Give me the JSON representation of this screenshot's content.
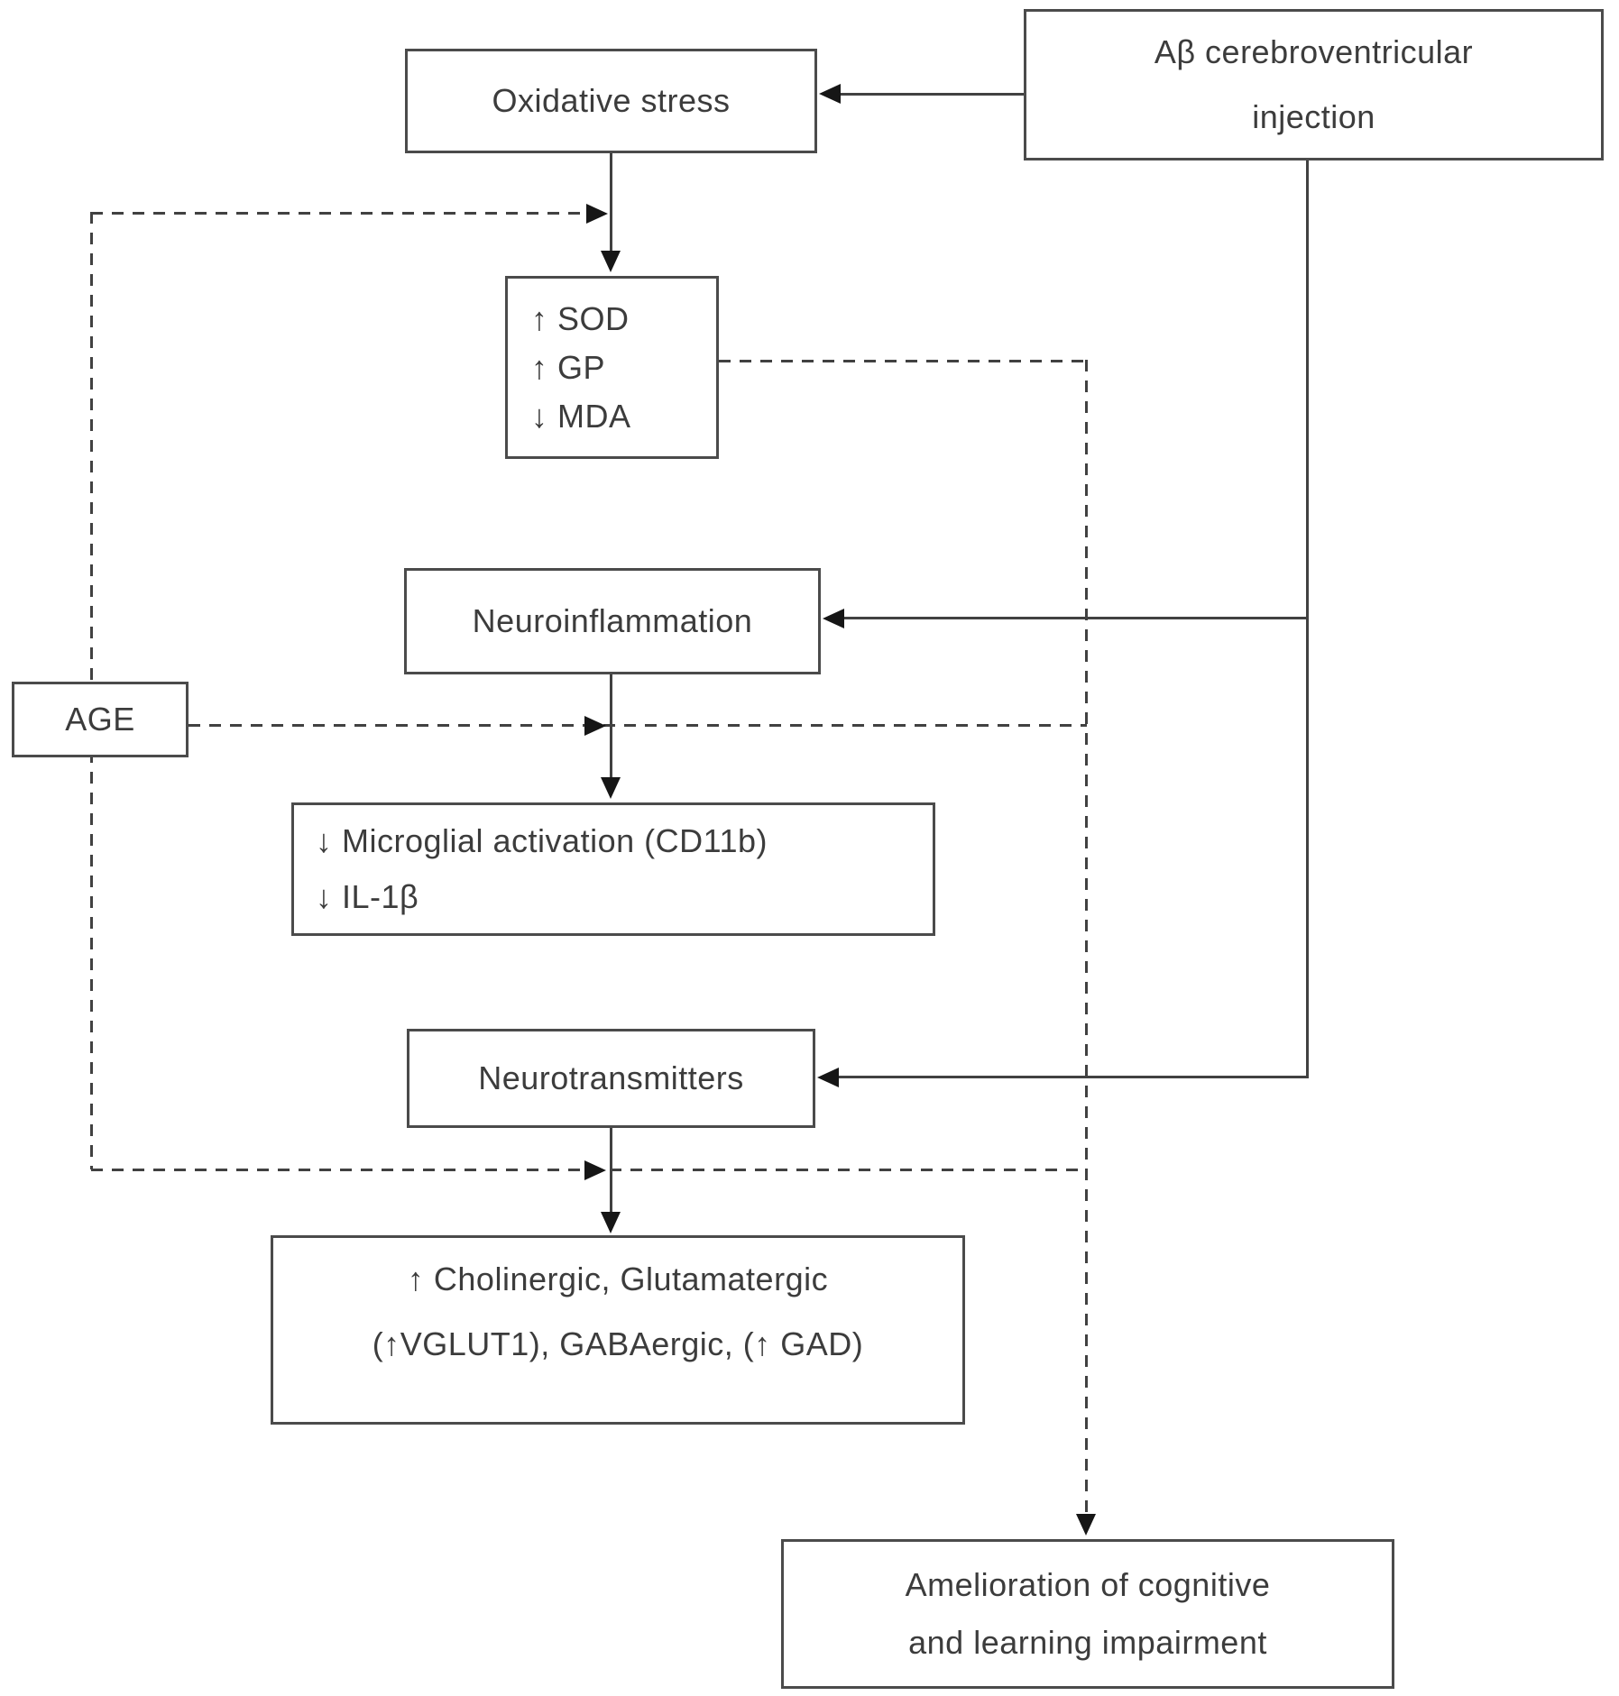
{
  "nodes": {
    "oxidative_stress": {
      "label": "Oxidative stress"
    },
    "ab_injection": {
      "line1": "Aβ cerebroventricular",
      "line2": "injection"
    },
    "oxidative_markers": {
      "line1": "↑ SOD",
      "line2": "↑ GP",
      "line3": "↓ MDA"
    },
    "neuroinflammation": {
      "label": "Neuroinflammation"
    },
    "age": {
      "label": "AGE"
    },
    "inflammation_markers": {
      "line1": "↓ Microglial activation (CD11b)",
      "line2": "↓ IL-1β"
    },
    "neurotransmitters": {
      "label": "Neurotransmitters"
    },
    "neurotransmitter_markers": {
      "line1": "↑ Cholinergic, Glutamatergic",
      "line2": "(↑VGLUT1), GABAergic, (↑ GAD)"
    },
    "outcome": {
      "line1": "Amelioration of cognitive",
      "line2": "and learning impairment"
    }
  },
  "colors": {
    "background": "#ffffff",
    "box_border": "#4b4b4b",
    "line": "#414141",
    "arrowhead": "#161616",
    "text": "#3c3c3c"
  }
}
